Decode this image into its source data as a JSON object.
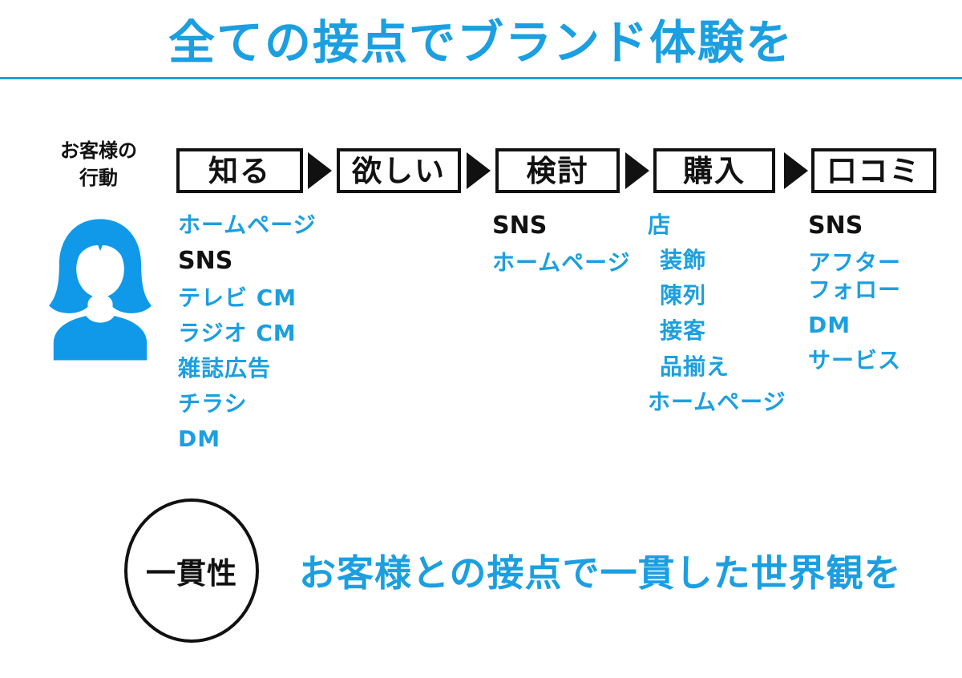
{
  "colors": {
    "accent_blue": "#1b9fe0",
    "icon_blue": "#0f99e8",
    "ink_black": "#111111"
  },
  "header": {
    "title": "全ての接点でブランド体験を"
  },
  "customer": {
    "label": "お客様の\n行動",
    "icon": "female-person-icon"
  },
  "stages": [
    {
      "label": "知る",
      "items": [
        {
          "text": "ホームページ",
          "color": "blue"
        },
        {
          "text": "SNS",
          "color": "black"
        },
        {
          "text": "テレビ CM",
          "color": "blue"
        },
        {
          "text": "ラジオ CM",
          "color": "blue"
        },
        {
          "text": "雑誌広告",
          "color": "blue"
        },
        {
          "text": "チラシ",
          "color": "blue"
        },
        {
          "text": "DM",
          "color": "blue"
        }
      ]
    },
    {
      "label": "欲しい",
      "items": []
    },
    {
      "label": "検討",
      "items": [
        {
          "text": "SNS",
          "color": "black"
        },
        {
          "text": "ホームページ",
          "color": "blue"
        }
      ]
    },
    {
      "label": "購入",
      "items": [
        {
          "text": "店",
          "color": "blue"
        },
        {
          "text": "装飾",
          "color": "blue",
          "indent": true
        },
        {
          "text": "陳列",
          "color": "blue",
          "indent": true
        },
        {
          "text": "接客",
          "color": "blue",
          "indent": true
        },
        {
          "text": "品揃え",
          "color": "blue",
          "indent": true
        },
        {
          "text": "ホームページ",
          "color": "blue"
        }
      ]
    },
    {
      "label": "口コミ",
      "items": [
        {
          "text": "SNS",
          "color": "black"
        },
        {
          "text": "アフター\nフォロー",
          "color": "blue"
        },
        {
          "text": "DM",
          "color": "blue"
        },
        {
          "text": "サービス",
          "color": "blue"
        }
      ]
    }
  ],
  "footer": {
    "circle_label": "一貫性",
    "message": "お客様との接点で一貫した世界観を"
  }
}
